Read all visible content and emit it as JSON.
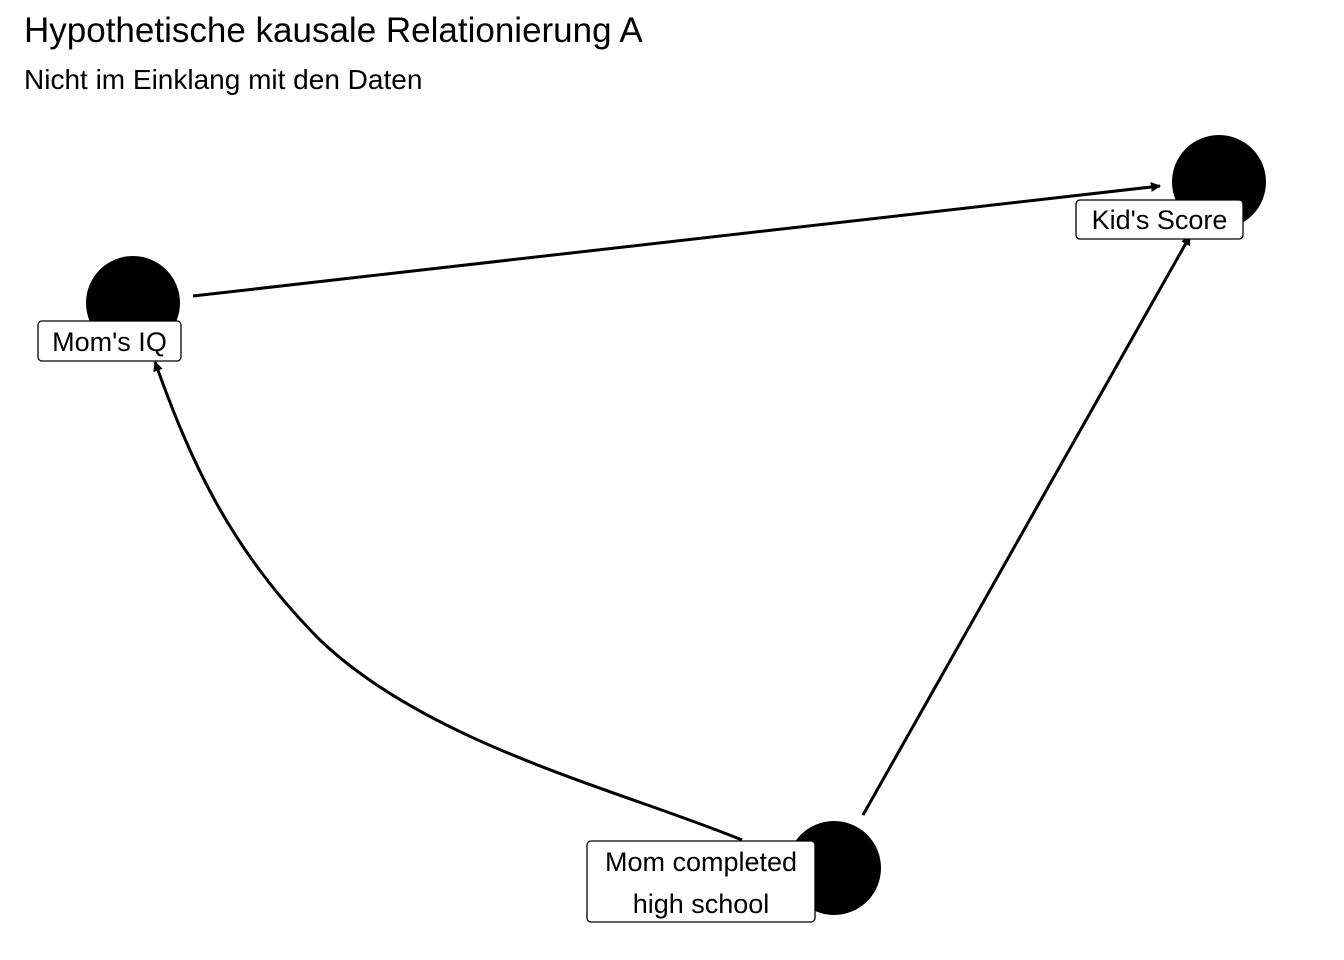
{
  "title": "Hypothetische kausale Relationierung A",
  "subtitle": "Nicht im Einklang mit den Daten",
  "nodes": {
    "moms_iq": {
      "label_lines": [
        "Mom's IQ"
      ]
    },
    "kids_score": {
      "label_lines": [
        "Kid's Score"
      ]
    },
    "mom_hs": {
      "label_lines": [
        "Mom completed",
        "high school"
      ]
    }
  },
  "edges": [
    {
      "from": "Mom's IQ",
      "to": "Kid's Score"
    },
    {
      "from": "Mom completed high school",
      "to": "Kid's Score"
    },
    {
      "from": "Mom completed high school",
      "to": "Mom's IQ"
    }
  ],
  "colors": {
    "node": "#000000",
    "edge": "#000000",
    "label_background": "#ffffff"
  }
}
